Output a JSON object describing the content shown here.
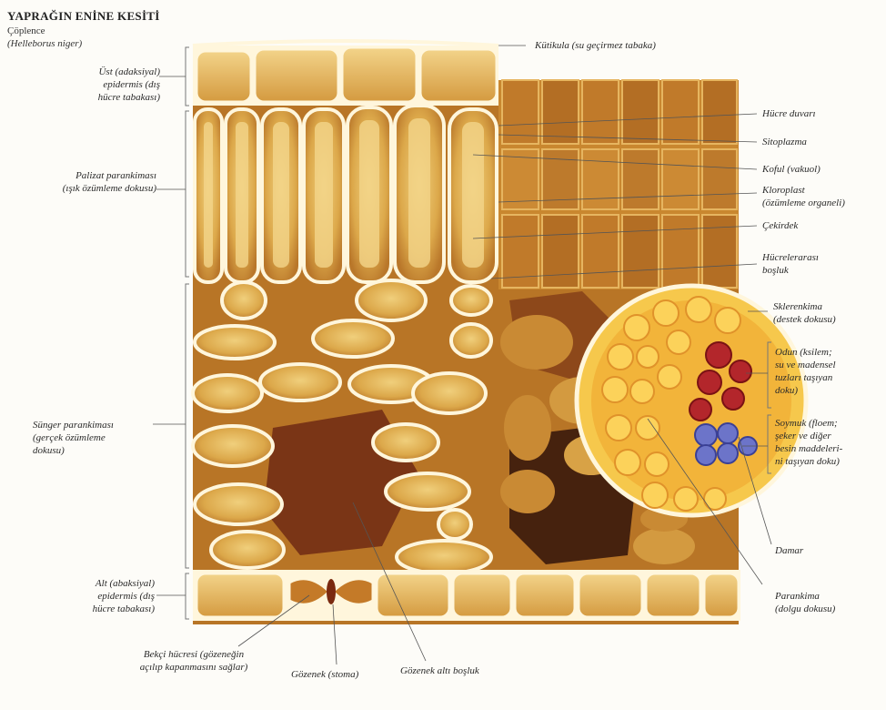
{
  "header": {
    "title": "YAPRAĞIN ENİNE KESİTİ",
    "plant_common": "Çöplence",
    "plant_latin": "(Helleborus niger)"
  },
  "labels": {
    "kutikula": "Kütikula (su geçirmez tabaka)",
    "ust_epidermis": "Üst (adaksiyal)\nepidermis (dış\nhücre tabakası)",
    "palizat": "Palizat parankiması\n(ışık özümleme dokusu)",
    "sunger": "Sünger parankiması\n(gerçek özümleme\ndokusu)",
    "alt_epidermis": "Alt (abaksiyal)\nepidermis (dış\nhücre tabakası)",
    "hucre_duvari": "Hücre duvarı",
    "sitoplazma": "Sitoplazma",
    "koful": "Koful (vakuol)",
    "kloroplast": "Kloroplast\n(özümleme organeli)",
    "cekirdek": "Çekirdek",
    "hucrelerarasi": "Hücrelerarası\nboşluk",
    "sklerenkima": "Sklerenkima\n(destek dokusu)",
    "odun": "Odun (ksilem;\nsu ve madensel\ntuzları taşıyan\ndoku)",
    "soymuk": "Soymuk (floem;\nşeker ve diğer\nbesin maddeleri-\nni taşıyan doku)",
    "damar": "Damar",
    "parankima": "Parankima\n(dolgu dokusu)",
    "bekci": "Bekçi hücresi (gözeneğin\naçılıp kapanmasını sağlar)",
    "gozenek": "Gözenek (stoma)",
    "gozenek_alti": "Gözenek altı boşluk"
  },
  "colors": {
    "cell_fill": "#d9a441",
    "cell_light": "#ecc56a",
    "cell_dark": "#a8681f",
    "wall": "#fff6dc",
    "intercellular": "#6e2a14",
    "xylem": "#b3262b",
    "phloem": "#6c74c9",
    "line": "#555555"
  }
}
